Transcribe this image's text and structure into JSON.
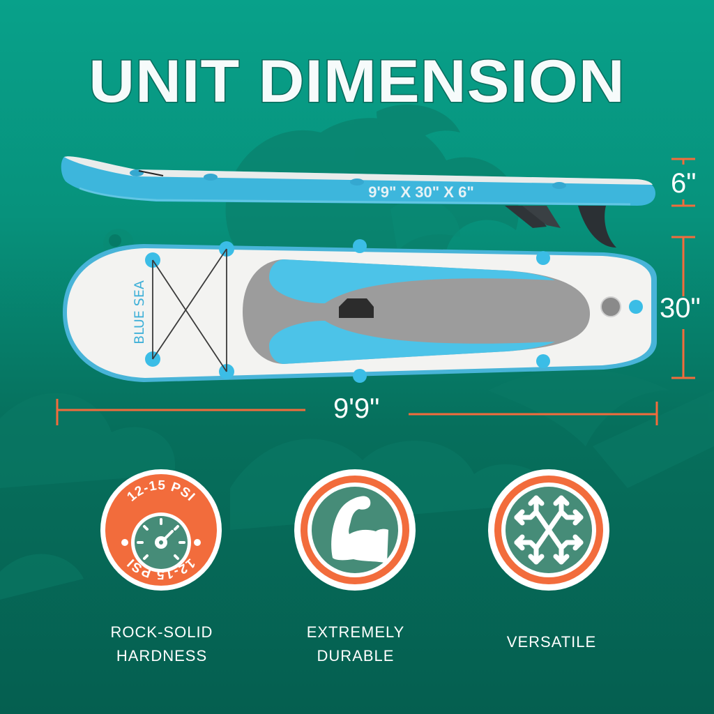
{
  "title": "UNIT DIMENSION",
  "board": {
    "brand": "BLUE SEA",
    "side_print": "9'9\" X 30\" X 6\""
  },
  "dimensions": {
    "thickness": "6\"",
    "width": "30\"",
    "length": "9'9\""
  },
  "features": [
    {
      "icon": "pressure-gauge-icon",
      "badge_text": "12-15 PSI",
      "line1": "ROCK-SOLID",
      "line2": "HARDNESS"
    },
    {
      "icon": "flexed-bicep-icon",
      "line1": "EXTREMELY",
      "line2": "DURABLE"
    },
    {
      "icon": "multi-direction-arrows-icon",
      "line1": "VERSATILE"
    }
  ],
  "colors": {
    "bg_top": "#08a18a",
    "bg_bottom": "#055f50",
    "accent_orange": "#f26c3c",
    "icon_green": "#468c78",
    "board_blue": "#3fb8dc",
    "pad_gray": "#9a9a9a"
  }
}
